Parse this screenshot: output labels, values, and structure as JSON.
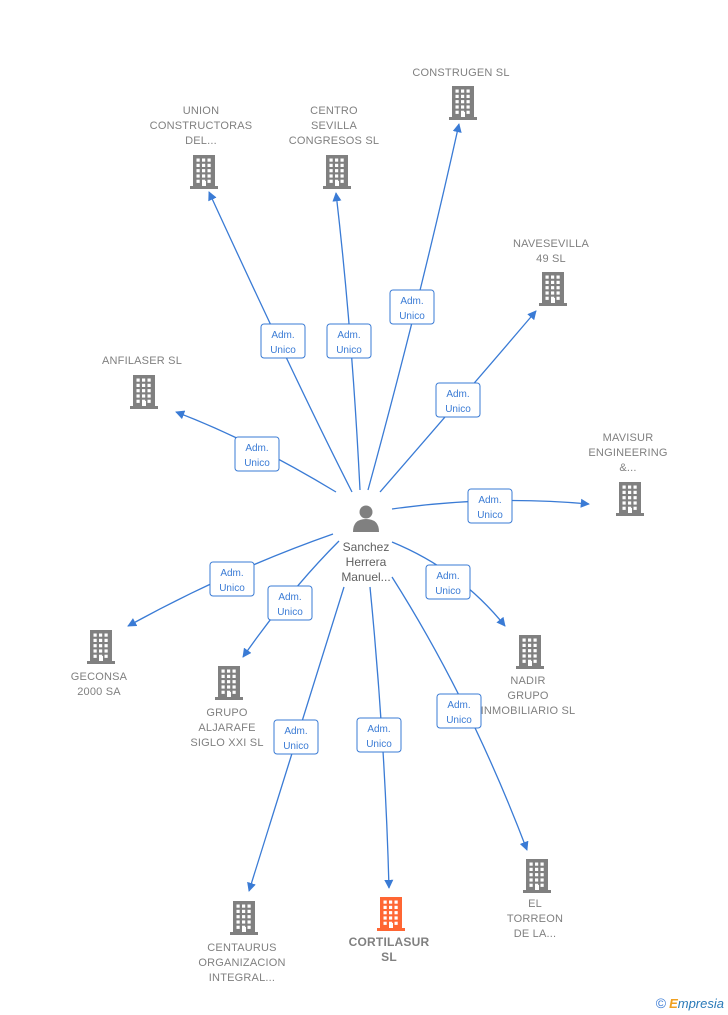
{
  "colors": {
    "edge": "#3a7bd5",
    "building": "#808080",
    "highlight": "#ff6633",
    "person": "#808080"
  },
  "center": {
    "name_lines": [
      "Sanchez",
      "Herrera",
      "Manuel..."
    ],
    "icon": "person-icon"
  },
  "relation_label": [
    "Adm.",
    "Unico"
  ],
  "nodes": [
    {
      "id": "union",
      "lines": [
        "UNION",
        "CONSTRUCTORAS",
        "DEL..."
      ],
      "icon": "building-icon",
      "highlight": false
    },
    {
      "id": "centro",
      "lines": [
        "CENTRO",
        "SEVILLA",
        "CONGRESOS SL"
      ],
      "icon": "building-icon",
      "highlight": false
    },
    {
      "id": "construgen",
      "lines": [
        "CONSTRUGEN SL"
      ],
      "icon": "building-icon",
      "highlight": false
    },
    {
      "id": "navesevilla",
      "lines": [
        "NAVESEVILLA",
        "49 SL"
      ],
      "icon": "building-icon",
      "highlight": false
    },
    {
      "id": "anfilaser",
      "lines": [
        "ANFILASER  SL"
      ],
      "icon": "building-icon",
      "highlight": false
    },
    {
      "id": "mavisur",
      "lines": [
        "MAVISUR",
        "ENGINEERING",
        "&..."
      ],
      "icon": "building-icon",
      "highlight": false
    },
    {
      "id": "geconsa",
      "lines": [
        "GECONSA",
        "2000 SA"
      ],
      "icon": "building-icon",
      "highlight": false
    },
    {
      "id": "aljarafe",
      "lines": [
        "GRUPO",
        "ALJARAFE",
        "SIGLO XXI SL"
      ],
      "icon": "building-icon",
      "highlight": false
    },
    {
      "id": "nadir",
      "lines": [
        "NADIR",
        "GRUPO",
        "INMOBILIARIO SL"
      ],
      "icon": "building-icon",
      "highlight": false
    },
    {
      "id": "centaurus",
      "lines": [
        "CENTAURUS",
        "ORGANIZACION",
        "INTEGRAL..."
      ],
      "icon": "building-icon",
      "highlight": false
    },
    {
      "id": "cortilasur",
      "lines": [
        "CORTILASUR",
        "SL"
      ],
      "icon": "building-icon",
      "highlight": true
    },
    {
      "id": "torreon",
      "lines": [
        "EL",
        "TORREON",
        "DE LA..."
      ],
      "icon": "building-icon",
      "highlight": false
    }
  ],
  "footer": {
    "copyright": "©",
    "brand_first": "E",
    "brand_rest": "mpresia"
  }
}
